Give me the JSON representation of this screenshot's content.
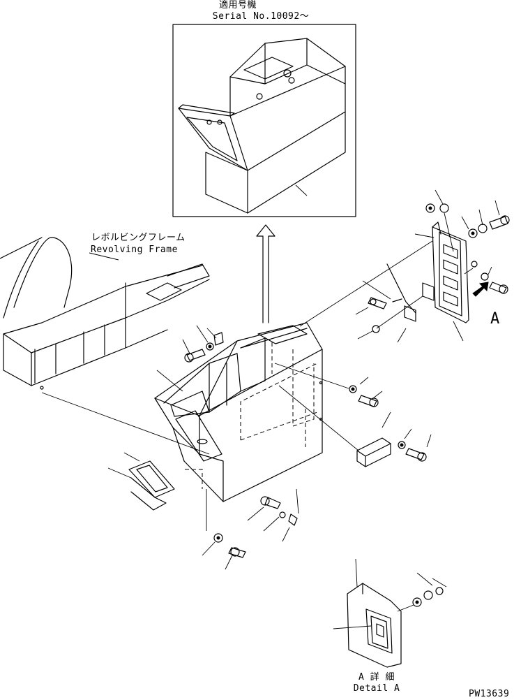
{
  "serial_note": {
    "jp": "適用号機",
    "en": "Serial No.10092～"
  },
  "frame_label": {
    "jp": "レボルビングフレーム",
    "en": "Revolving Frame"
  },
  "view_marker": "A",
  "detail_label": {
    "jp": "A 詳 細",
    "en": "Detail A"
  },
  "drawing_code": "PW13639"
}
